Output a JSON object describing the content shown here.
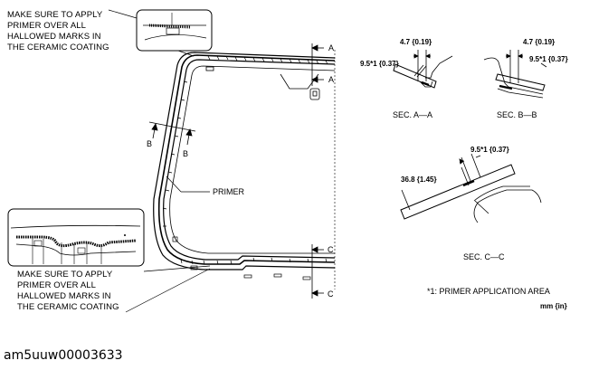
{
  "callout_top": [
    "MAKE SURE TO APPLY",
    "PRIMER OVER ALL",
    "HALLOWED MARKS IN",
    "THE CERAMIC COATING"
  ],
  "callout_bottom": [
    "MAKE SURE TO APPLY",
    "PRIMER OVER ALL",
    "HALLOWED MARKS IN",
    "THE CERAMIC COATING"
  ],
  "labels": {
    "primer": "PRIMER",
    "sec_a": "SEC. A—A",
    "sec_b": "SEC. B—B",
    "sec_c": "SEC. C—C",
    "footnote": "*1: PRIMER APPLICATION AREA",
    "units": "mm {in}",
    "cut_a": "A",
    "cut_b": "B",
    "cut_c": "C",
    "dim_a_top": "4.7 {0.19}",
    "dim_a_side": "9.5*1 {0.37}",
    "dim_b_top": "4.7 {0.19}",
    "dim_b_side": "9.5*1 {0.37}",
    "dim_c_top": "9.5*1 {0.37}",
    "dim_c_left": "36.8 {1.45}"
  },
  "figure_id": "am5uuw00003633"
}
